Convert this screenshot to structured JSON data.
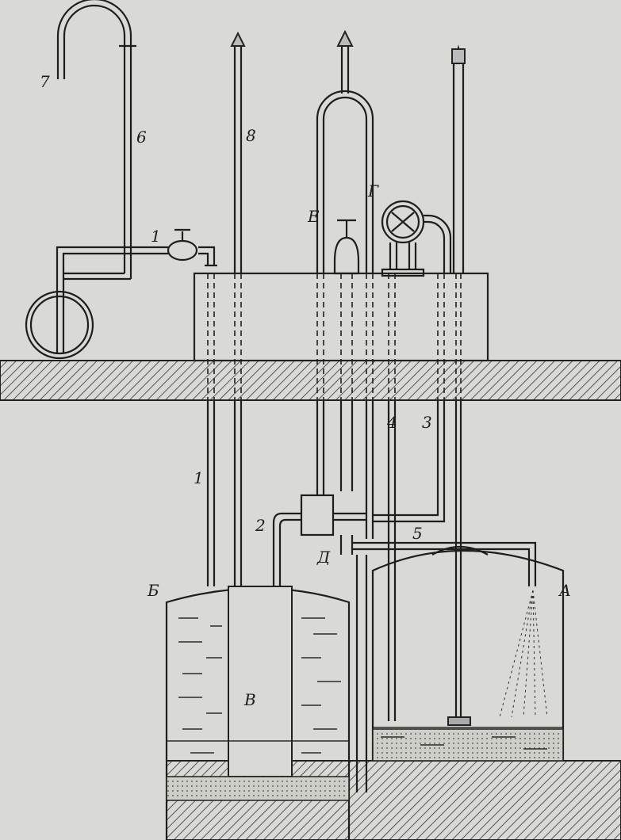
{
  "figure": {
    "labels": {
      "n7": "7",
      "n6": "6",
      "n1_top": "1",
      "n8": "8",
      "E": "Е",
      "G": "Г",
      "n4": "4",
      "n3": "3",
      "n1_bottom": "1",
      "n2": "2",
      "D": "Д",
      "n5": "5",
      "B": "Б",
      "A": "А",
      "V": "В"
    }
  }
}
